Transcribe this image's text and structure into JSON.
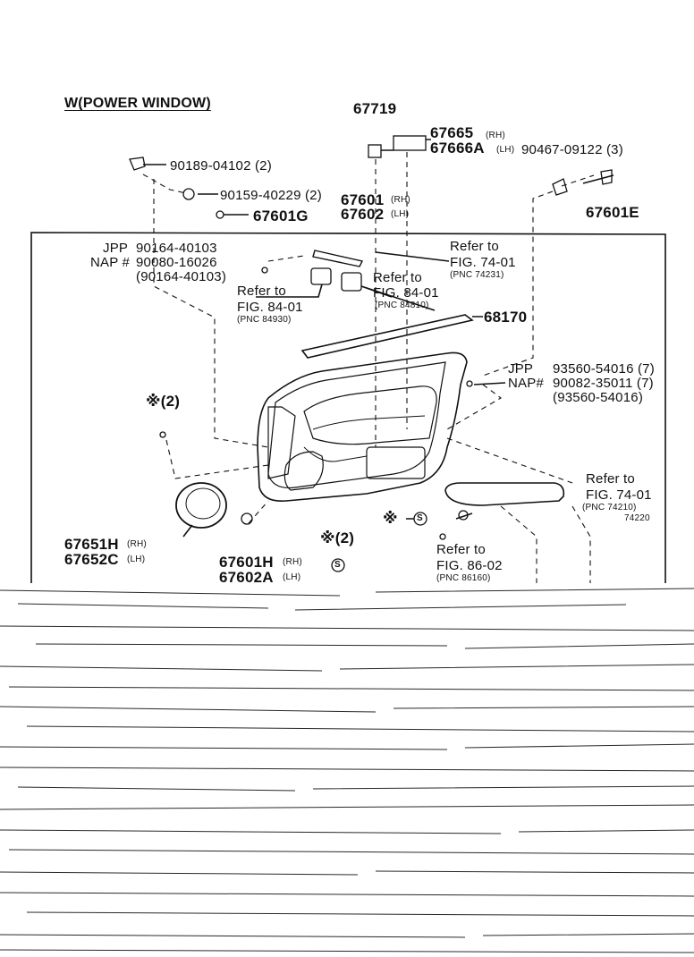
{
  "title": "W(POWER WINDOW)",
  "labels": {
    "p67719": "67719",
    "p67665": "67665",
    "rh": "(RH)",
    "lh": "(LH)",
    "p67666a": "67666A",
    "p90467": "90467-09122 (3)",
    "p90189": "90189-04102 (2)",
    "p90159": "90159-40229 (2)",
    "p67601g": "67601G",
    "p67601": "67601",
    "p67602": "67602",
    "p67601e": "67601E",
    "jpp": "JPP",
    "nap_hash": "NAP #",
    "nap_hash2": "NAP#",
    "p90164": "90164-40103",
    "p90080": "90080-16026",
    "p90164b": "(90164-40103)",
    "refer_to": "Refer to",
    "fig7401": "FIG. 74-01",
    "pnc74231": "(PNC 74231)",
    "fig8401": "FIG. 84-01",
    "pnc84810": "(PNC 84810)",
    "pnc84930": "(PNC 84930)",
    "p68170": "68170",
    "p93560": "93560-54016 (7)",
    "p90082": "90082-35011 (7)",
    "p93560b": "(93560-54016)",
    "star2": "※(2)",
    "star": "※",
    "pnc74210": "(PNC 74210)",
    "p74220": "74220",
    "p67651h": "67651H",
    "p67652c": "67652C",
    "p67601h": "67601H",
    "p67602a": "67602A",
    "fig8602": "FIG. 86-02",
    "pnc86160": "(PNC 86160)",
    "s": "S"
  }
}
